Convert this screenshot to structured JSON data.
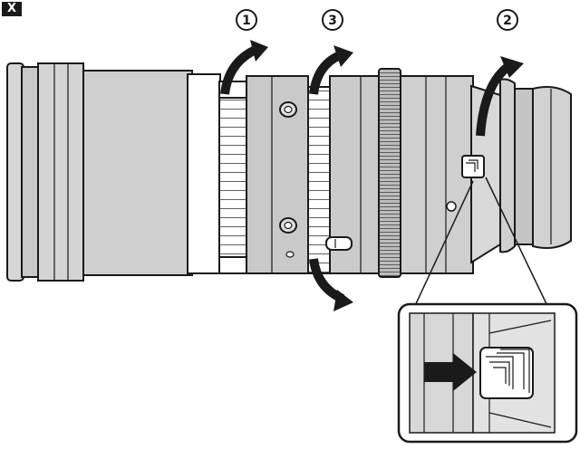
{
  "badge": {
    "label": "X"
  },
  "steps": [
    {
      "number": "1"
    },
    {
      "number": "3"
    },
    {
      "number": "2"
    }
  ],
  "colors": {
    "line": "#1a1a1a",
    "lens_body": "#cfcfcf",
    "lens_dark": "#b5b5b5",
    "ring_light": "#ffffff",
    "arrow": "#1a1a1a",
    "inset_bg": "#d9d9d9"
  }
}
